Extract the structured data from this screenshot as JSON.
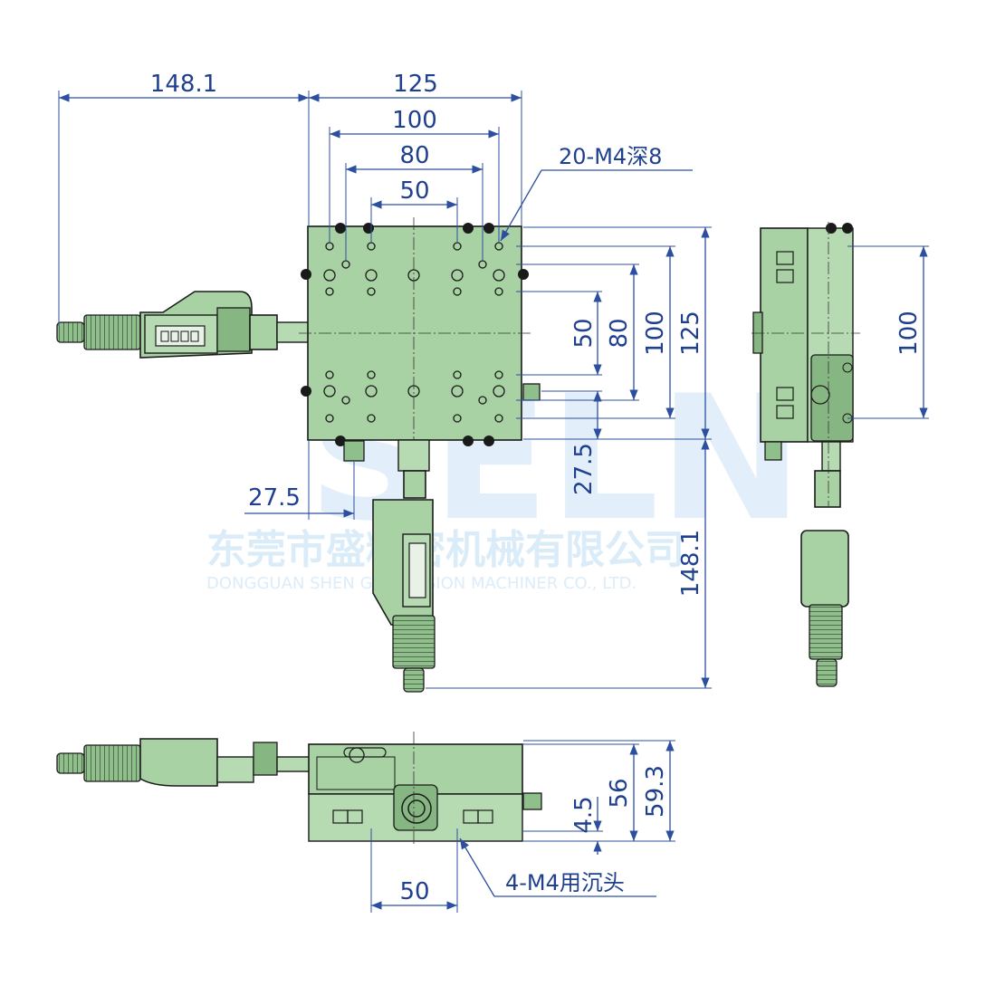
{
  "watermark": {
    "logo": "SELN",
    "company_cn": "东莞市盛精密机械有限公司",
    "company_en": "DONGGUAN SHEN G PRECISION MACHINER CO., LTD."
  },
  "top_view": {
    "dims": {
      "overall_left": "148.1",
      "width_125": "125",
      "width_100": "100",
      "width_80": "80",
      "width_50": "50",
      "holes_note": "20-M4深8",
      "offset_27_5_h": "27.5",
      "height_50": "50",
      "height_80": "80",
      "height_100": "100",
      "height_125": "125",
      "offset_27_5_v": "27.5",
      "overall_down": "148.1"
    }
  },
  "side_view": {
    "dims": {
      "height_100": "100"
    }
  },
  "front_view": {
    "dims": {
      "height_56": "56",
      "height_59_3": "59.3",
      "height_4_5": "4.5",
      "spacing_50": "50",
      "holes_note": "4-M4用沉头"
    }
  }
}
